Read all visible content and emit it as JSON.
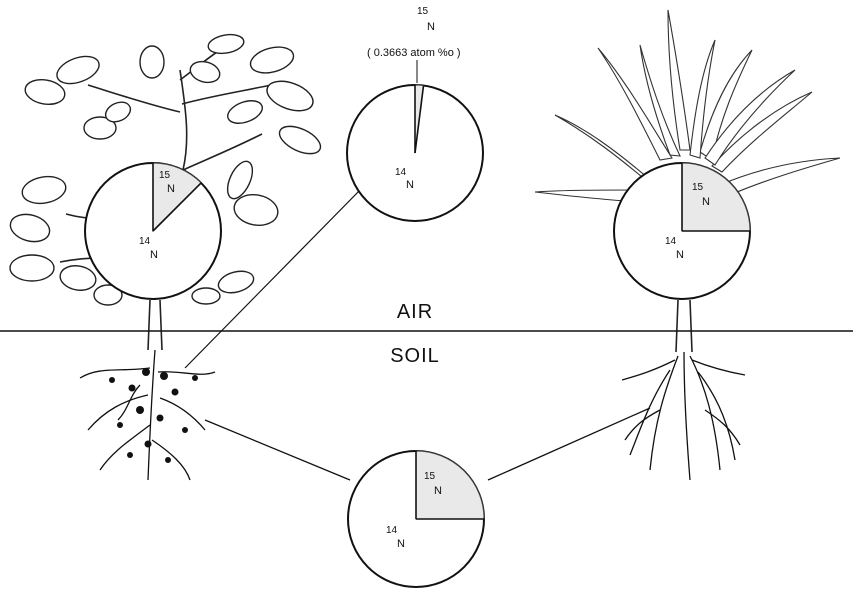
{
  "labels": {
    "air": "AIR",
    "soil": "SOIL",
    "reference_isotope": "15",
    "reference_element": "N",
    "reference_value": "( 0.3663 atom %o )"
  },
  "pie_charts": [
    {
      "id": "legume-plant",
      "heavy_isotope": "15",
      "light_isotope": "14",
      "element": "N",
      "heavy_fraction": 0.125
    },
    {
      "id": "atmosphere-reference",
      "heavy_isotope": "15",
      "light_isotope": "14",
      "element": "N",
      "heavy_fraction": 0.02
    },
    {
      "id": "grass-plant",
      "heavy_isotope": "15",
      "light_isotope": "14",
      "element": "N",
      "heavy_fraction": 0.25
    },
    {
      "id": "soil",
      "heavy_isotope": "15",
      "light_isotope": "14",
      "element": "N",
      "heavy_fraction": 0.25
    }
  ],
  "colors": {
    "ink": "#111111",
    "shading": "#e9e9e9",
    "background": "#ffffff"
  }
}
